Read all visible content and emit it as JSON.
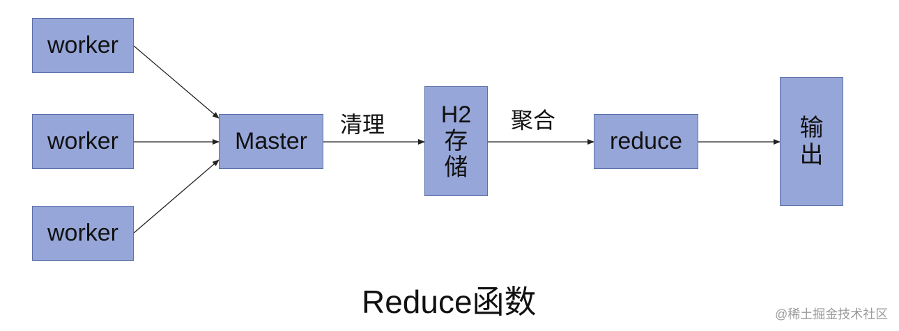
{
  "nodes": {
    "worker_1": "worker",
    "worker_2": "worker",
    "worker_3": "worker",
    "master": "Master",
    "h2_storage": [
      "H2",
      "存",
      "储"
    ],
    "reduce": "reduce",
    "output": [
      "输",
      "出"
    ]
  },
  "edge_labels": {
    "clean": "清理",
    "aggregate": "聚合"
  },
  "caption": "Reduce函数",
  "watermark": "@稀土掘金技术社区",
  "colors": {
    "node_fill": "#96a6d8",
    "node_border": "#5b6fa8",
    "arrow": "#222222"
  }
}
